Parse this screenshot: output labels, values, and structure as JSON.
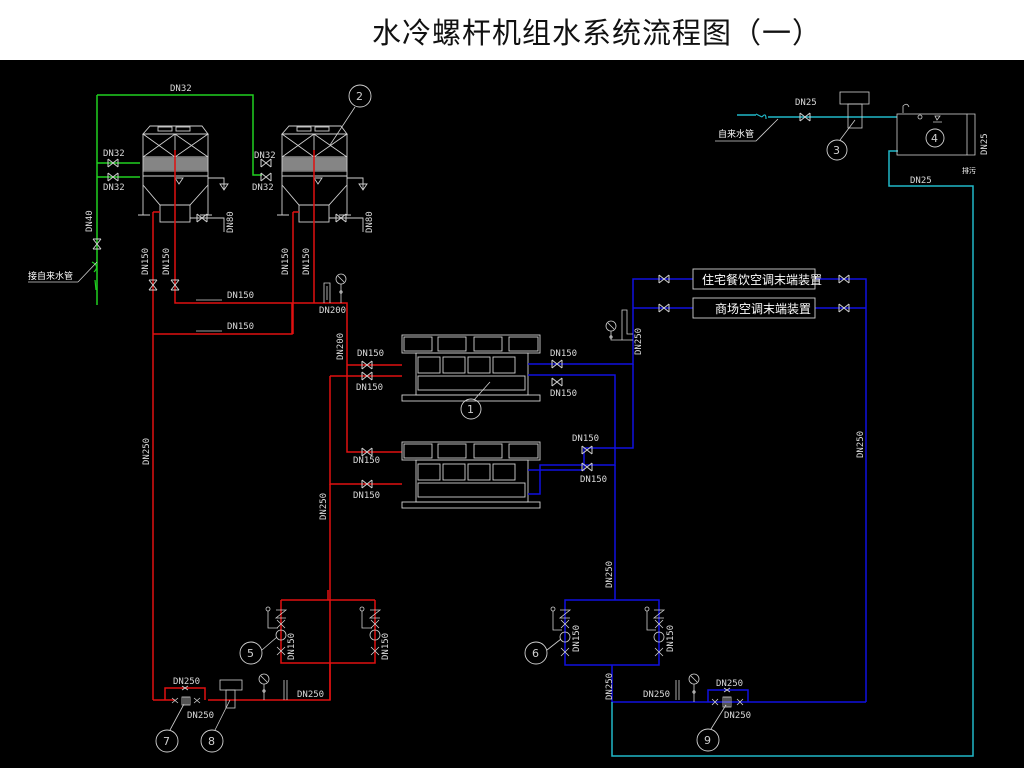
{
  "title": "水冷螺杆机组水系统流程图（一）",
  "colors": {
    "background": "#000000",
    "supply_pipe": "#e01010",
    "return_pipe": "#1010e0",
    "makeup_water": "#20b8c8",
    "cooling_makeup": "#20d020",
    "equipment": "#d0d0d0"
  },
  "labels": {
    "city_water_left": "接自来水管",
    "city_water_right": "自来水管",
    "terminal_residential": "住宅餐饮空调末端装置",
    "terminal_mall": "商场空调末端装置",
    "dn32_top": "DN32",
    "dn32_a1": "DN32",
    "dn32_a2": "DN32",
    "dn32_b1": "DN32",
    "dn32_b2": "DN32",
    "dn40": "DN40",
    "dn80_a": "DN80",
    "dn80_b": "DN80",
    "dn150_t1": "DN150",
    "dn150_t2": "DN150",
    "dn150_t3": "DN150",
    "dn150_t4": "DN150",
    "dn150_h1": "DN150",
    "dn150_h2": "DN150",
    "dn200_h": "DN200",
    "dn200_v": "DN200",
    "dn150_c1_in1": "DN150",
    "dn150_c1_in2": "DN150",
    "dn150_c2_in1": "DN150",
    "dn150_c2_in2": "DN150",
    "dn150_c1_out1": "DN150",
    "dn150_c1_out2": "DN150",
    "dn150_c2_out1": "DN150",
    "dn150_c2_out2": "DN150",
    "dn250_left": "DN250",
    "dn250_mid_red": "DN250",
    "dn250_blue_sup": "DN250",
    "dn250_blue_mid": "DN250",
    "dn250_blue_right": "DN250",
    "dn250_blue_low": "DN250",
    "dn150_pump5a": "DN150",
    "dn150_pump5b": "DN150",
    "dn150_pump6a": "DN150",
    "dn150_pump6b": "DN150",
    "dn250_byp7_top": "DN250",
    "dn250_byp7_bot": "DN250",
    "dn250_red_bottom": "DN250",
    "dn250_blue_bottom": "DN250",
    "dn250_byp9_top": "DN250",
    "dn250_byp9_bot": "DN250",
    "dn25_in": "DN25",
    "dn25_tank": "DN25",
    "dn25_out": "DN25",
    "drain": "排污"
  },
  "equipment_tags": [
    "1",
    "2",
    "3",
    "4",
    "5",
    "6",
    "7",
    "8",
    "9"
  ]
}
